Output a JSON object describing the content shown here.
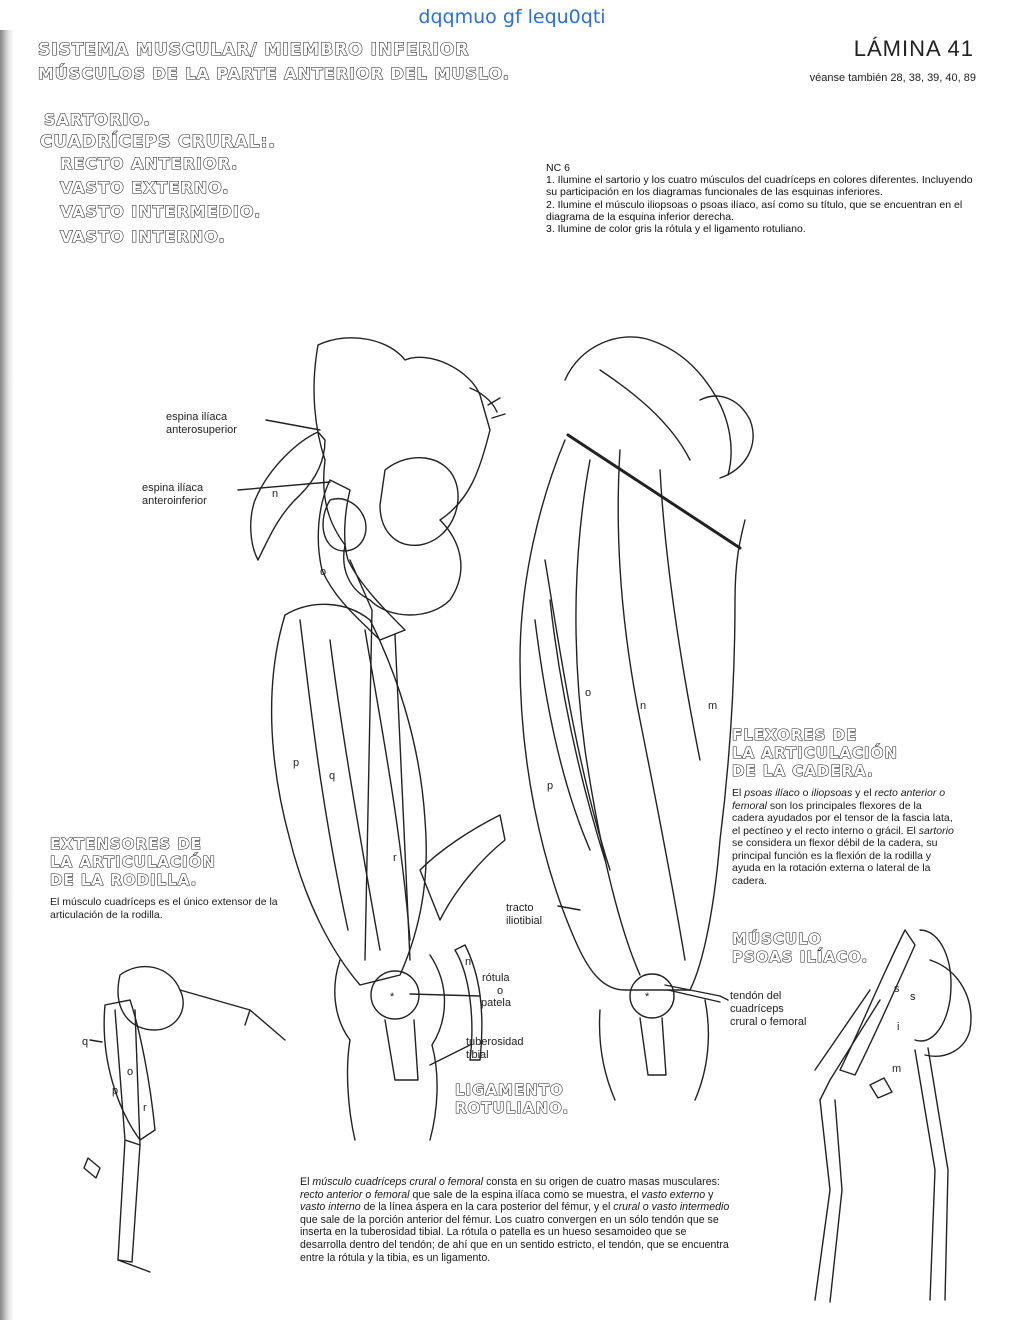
{
  "watermark": "dqqmuo gf lequ0qti",
  "header": {
    "line1": "Sistema muscular/ miembro inferior",
    "line2": "Músculos de la parte anterior del muslo.",
    "plate": "LÁMINA 41",
    "see_also": "véanse también 28, 38, 39, 40, 89"
  },
  "legend_titles": {
    "sartorio": "Sartorio.",
    "cuadriceps": "Cuadríceps crural:.",
    "recto": "Recto anterior.",
    "externo": "Vasto externo.",
    "intermedio": "Vasto intermedio.",
    "interno": "Vasto interno."
  },
  "instructions": {
    "code": "NC 6",
    "item1": "1. Ilumine el sartorio y los cuatro músculos del cuadríceps en colores diferentes. Incluyendo su participación en los diagramas funcionales de las esquinas inferiores.",
    "item2": "2. Ilumine el músculo iliopsoas o psoas ilíaco, así como su título, que se encuentran en el diagrama de la esquina inferior derecha.",
    "item3": "3. Ilumine de color gris la rótula y el ligamento rotuliano."
  },
  "labels": {
    "espina_sup_1": "espina ilíaca",
    "espina_sup_2": "anterosuperior",
    "espina_inf_1": "espina ilíaca",
    "espina_inf_2": "anteroinferior",
    "tracto_1": "tracto",
    "tracto_2": "iliotibial",
    "rotula_1": "rótula",
    "rotula_2": "o",
    "rotula_3": "patela",
    "tuber_1": "tuberosidad",
    "tuber_2": "tibial",
    "tendon_1": "tendón del",
    "tendon_2": "cuadríceps",
    "tendon_3": "crural o femoral"
  },
  "letters": {
    "n": "n",
    "o": "o",
    "p": "p",
    "q": "q",
    "r": "r",
    "s": "s",
    "i": "i",
    "m": "m",
    "star": "*"
  },
  "sections": {
    "flexores": {
      "t1": "Flexores de",
      "t2": "la articulación",
      "t3": "de la cadera.",
      "b1": "El ",
      "b2": "psoas ilíaco",
      "b3": " o ",
      "b4": "iliopsoas",
      "b5": " y el ",
      "b6": "recto anterior o femoral",
      "b7": " son los principales flexores de la cadera ayudados por el tensor de la fascia lata, el pectíneo y el recto interno o grácil. El ",
      "b8": "sartorio",
      "b9": " se considera un flexor débil de la cadera, su principal función es la flexión de la rodilla y ayuda en la rotación externa o lateral de la cadera."
    },
    "extensores": {
      "t1": "Extensores de",
      "t2": "la articulación",
      "t3": "de la rodilla.",
      "body": "El músculo cuadríceps es el único extensor de la articulación de la rodilla."
    },
    "psoas": {
      "t1": "Músculo",
      "t2": "psoas ilíaco."
    },
    "ligamento": {
      "t1": "Ligamento",
      "t2": "rotuliano."
    }
  },
  "bottom_text": {
    "p1": "El ",
    "p2": "músculo cuadríceps crural o femoral",
    "p3": " consta en su origen de cuatro masas musculares: ",
    "p4": "recto anterior o femoral",
    "p5": " que sale de la espina ilíaca como se muestra, el ",
    "p6": "vasto externo",
    "p7": " y ",
    "p8": "vasto interno",
    "p9": " de la línea áspera en la cara posterior del fémur, y el ",
    "p10": "crural o vasto intermedio",
    "p11": " que sale de la porción anterior del fémur. Los cuatro convergen en un sólo tendón que se inserta en la tuberosidad tibial. La rótula o patella es un hueso sesamoideo que se desarrolla dentro del tendón; de ahí que en un sentido estricto, el tendón, que se encuentra entre la rótula y la tibia, es un ligamento."
  }
}
